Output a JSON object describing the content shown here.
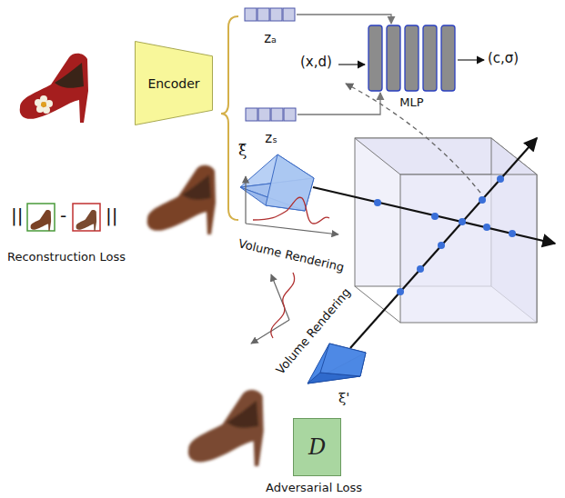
{
  "diagram": {
    "nodes": [
      {
        "text": [
          "Encoder"
        ]
      },
      {
        "text": [
          "zₐ"
        ]
      },
      {
        "text": [
          "zₛ"
        ]
      },
      {
        "text": [
          "MLP"
        ]
      },
      {
        "text": [
          "D"
        ]
      }
    ],
    "edges": [
      {
        "from": 1,
        "to": 3,
        "arrow": "to"
      },
      {
        "from": 2,
        "to": 3,
        "arrow": "to"
      }
    ],
    "labels": [
      "(x,d)",
      "(c,σ)",
      "ξ̂",
      "||",
      "-",
      "||",
      "Reconstruction Loss",
      "Volume Rendering",
      "Volume Rendering",
      "ξ'",
      "Adversarial Loss"
    ]
  }
}
